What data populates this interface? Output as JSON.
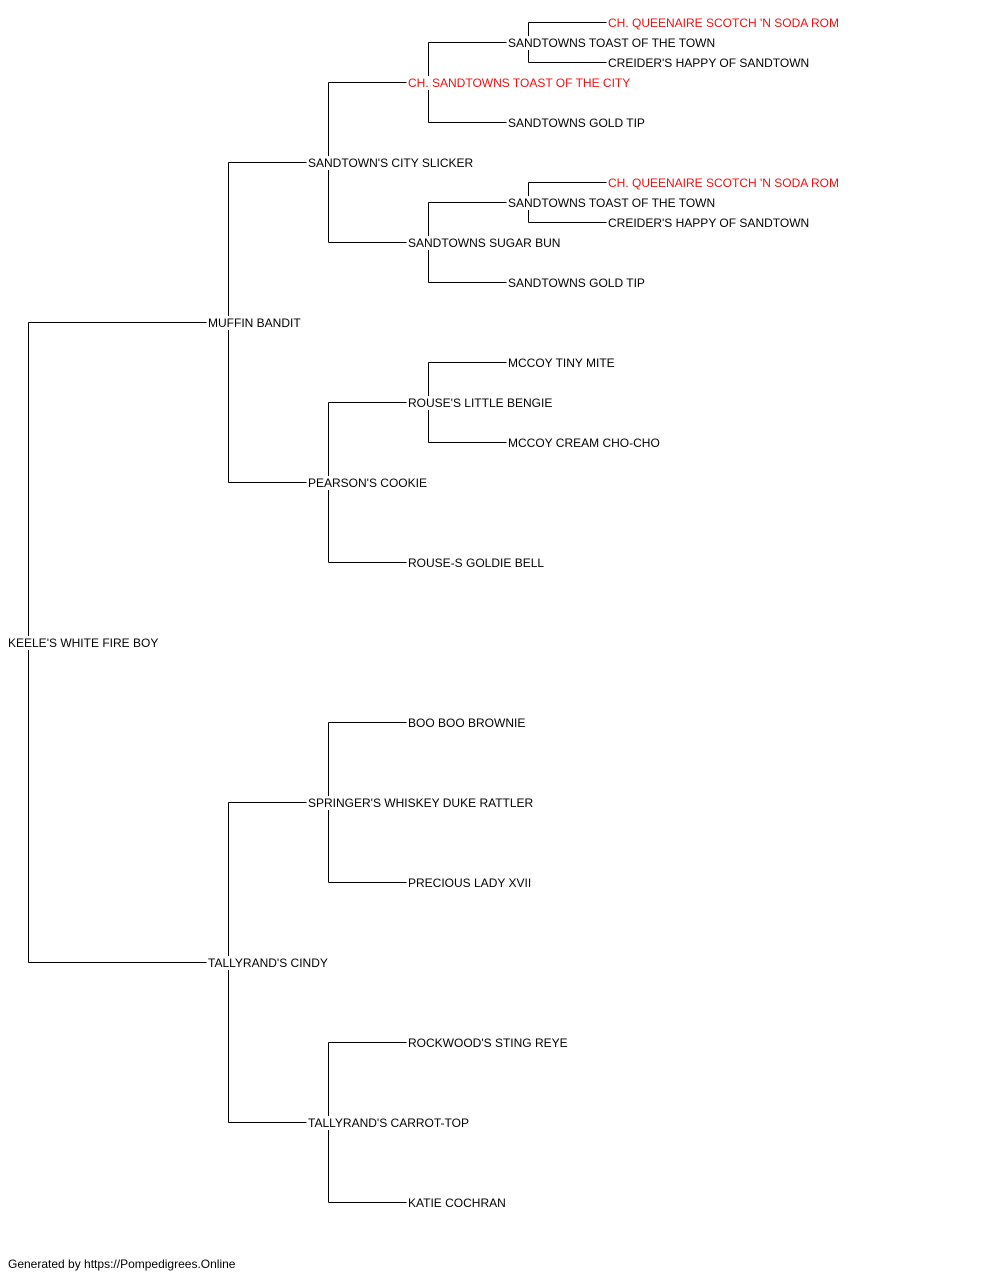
{
  "colors": {
    "line": "#000000",
    "text": "#000000",
    "champion": "#ee1111"
  },
  "pedigree": [
    {
      "id": "n0",
      "label": "KEELE'S WHITE FIRE BOY",
      "gen": 0,
      "champion": false,
      "sire": "n1",
      "dam": "n2"
    },
    {
      "id": "n1",
      "label": "MUFFIN BANDIT",
      "gen": 1,
      "champion": false,
      "sire": "n3",
      "dam": "n4"
    },
    {
      "id": "n2",
      "label": "TALLYRAND'S CINDY",
      "gen": 1,
      "champion": false,
      "sire": "n5",
      "dam": "n6"
    },
    {
      "id": "n3",
      "label": "SANDTOWN'S CITY SLICKER",
      "gen": 2,
      "champion": false,
      "sire": "n7",
      "dam": "n8"
    },
    {
      "id": "n4",
      "label": "PEARSON'S COOKIE",
      "gen": 2,
      "champion": false,
      "sire": "n9",
      "dam": "n10"
    },
    {
      "id": "n5",
      "label": "SPRINGER'S WHISKEY DUKE RATTLER",
      "gen": 2,
      "champion": false,
      "sire": "n11",
      "dam": "n12"
    },
    {
      "id": "n6",
      "label": "TALLYRAND'S CARROT-TOP",
      "gen": 2,
      "champion": false,
      "sire": "n13",
      "dam": "n14"
    },
    {
      "id": "n7",
      "label": "CH. SANDTOWNS TOAST OF THE CITY",
      "gen": 3,
      "champion": true,
      "sire": "n15",
      "dam": "n16"
    },
    {
      "id": "n8",
      "label": "SANDTOWNS SUGAR BUN",
      "gen": 3,
      "champion": false,
      "sire": "n17",
      "dam": "n18"
    },
    {
      "id": "n9",
      "label": "ROUSE'S LITTLE BENGIE",
      "gen": 3,
      "champion": false,
      "sire": "n19",
      "dam": "n20"
    },
    {
      "id": "n10",
      "label": "ROUSE-S GOLDIE BELL",
      "gen": 3,
      "champion": false
    },
    {
      "id": "n11",
      "label": "BOO BOO BROWNIE",
      "gen": 3,
      "champion": false
    },
    {
      "id": "n12",
      "label": "PRECIOUS LADY XVII",
      "gen": 3,
      "champion": false
    },
    {
      "id": "n13",
      "label": "ROCKWOOD'S STING REYE",
      "gen": 3,
      "champion": false
    },
    {
      "id": "n14",
      "label": "KATIE COCHRAN",
      "gen": 3,
      "champion": false
    },
    {
      "id": "n15",
      "label": "SANDTOWNS TOAST OF THE TOWN",
      "gen": 4,
      "champion": false,
      "sire": "n21",
      "dam": "n22"
    },
    {
      "id": "n16",
      "label": "SANDTOWNS GOLD TIP",
      "gen": 4,
      "champion": false
    },
    {
      "id": "n17",
      "label": "SANDTOWNS TOAST OF THE TOWN",
      "gen": 4,
      "champion": false,
      "sire": "n23",
      "dam": "n24"
    },
    {
      "id": "n18",
      "label": "SANDTOWNS GOLD TIP",
      "gen": 4,
      "champion": false
    },
    {
      "id": "n19",
      "label": "MCCOY TINY MITE",
      "gen": 4,
      "champion": false
    },
    {
      "id": "n20",
      "label": "MCCOY CREAM CHO-CHO",
      "gen": 4,
      "champion": false
    },
    {
      "id": "n21",
      "label": "CH. QUEENAIRE SCOTCH 'N SODA ROM",
      "gen": 5,
      "champion": true
    },
    {
      "id": "n22",
      "label": "CREIDER'S HAPPY OF SANDTOWN",
      "gen": 5,
      "champion": false
    },
    {
      "id": "n23",
      "label": "CH. QUEENAIRE SCOTCH 'N SODA ROM",
      "gen": 5,
      "champion": true
    },
    {
      "id": "n24",
      "label": "CREIDER'S HAPPY OF SANDTOWN",
      "gen": 5,
      "champion": false
    }
  ],
  "footer": {
    "text": "Generated by https://Pompedigrees.Online"
  }
}
